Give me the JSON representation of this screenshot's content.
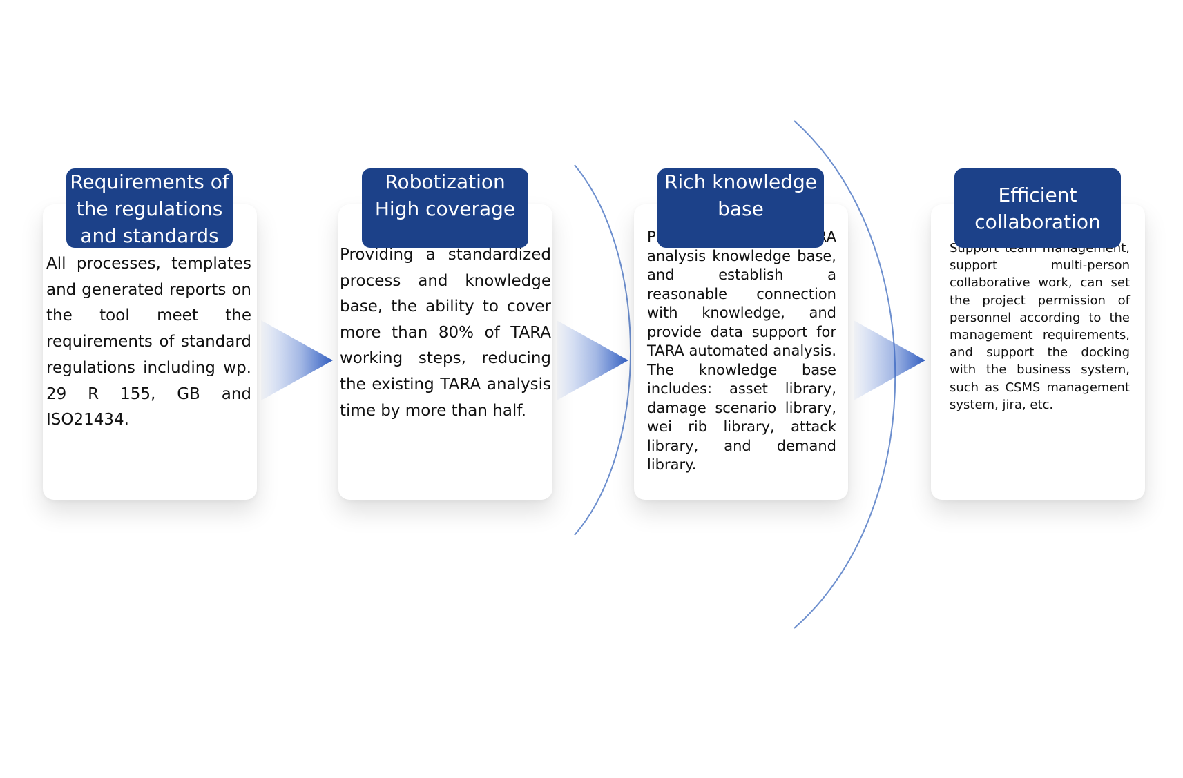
{
  "stages": [
    {
      "title": "Requirements of the regulations and standards",
      "description": "All processes, templates and generated reports on the tool meet the requirements of standard regulations including wp. 29 R 155, GB and  ISO21434."
    },
    {
      "title": "Robotization High coverage",
      "description": "Providing a standardized process and knowledge base, the ability to cover more than 80% of TARA working steps, reducing the existing TARA analysis time by more than half."
    },
    {
      "title": "Rich knowledge base",
      "description": "Provide a rich TARA analysis knowledge base, and establish a reasonable connection with knowledge, and provide data support for TARA automated analysis. The knowledge base includes: asset library, damage scenario library, wei rib library, attack library, and demand library."
    },
    {
      "title": "Efficient collaboration",
      "description": "Support team management, support multi-person collaborative work, can set the project permission of personnel according to the management requirements, and support the docking with the business system, such as CSMS management system, jira, etc."
    }
  ],
  "colors": {
    "header": "#1c4189",
    "arrow": "#3461c4",
    "arc": "#6d8fce"
  }
}
